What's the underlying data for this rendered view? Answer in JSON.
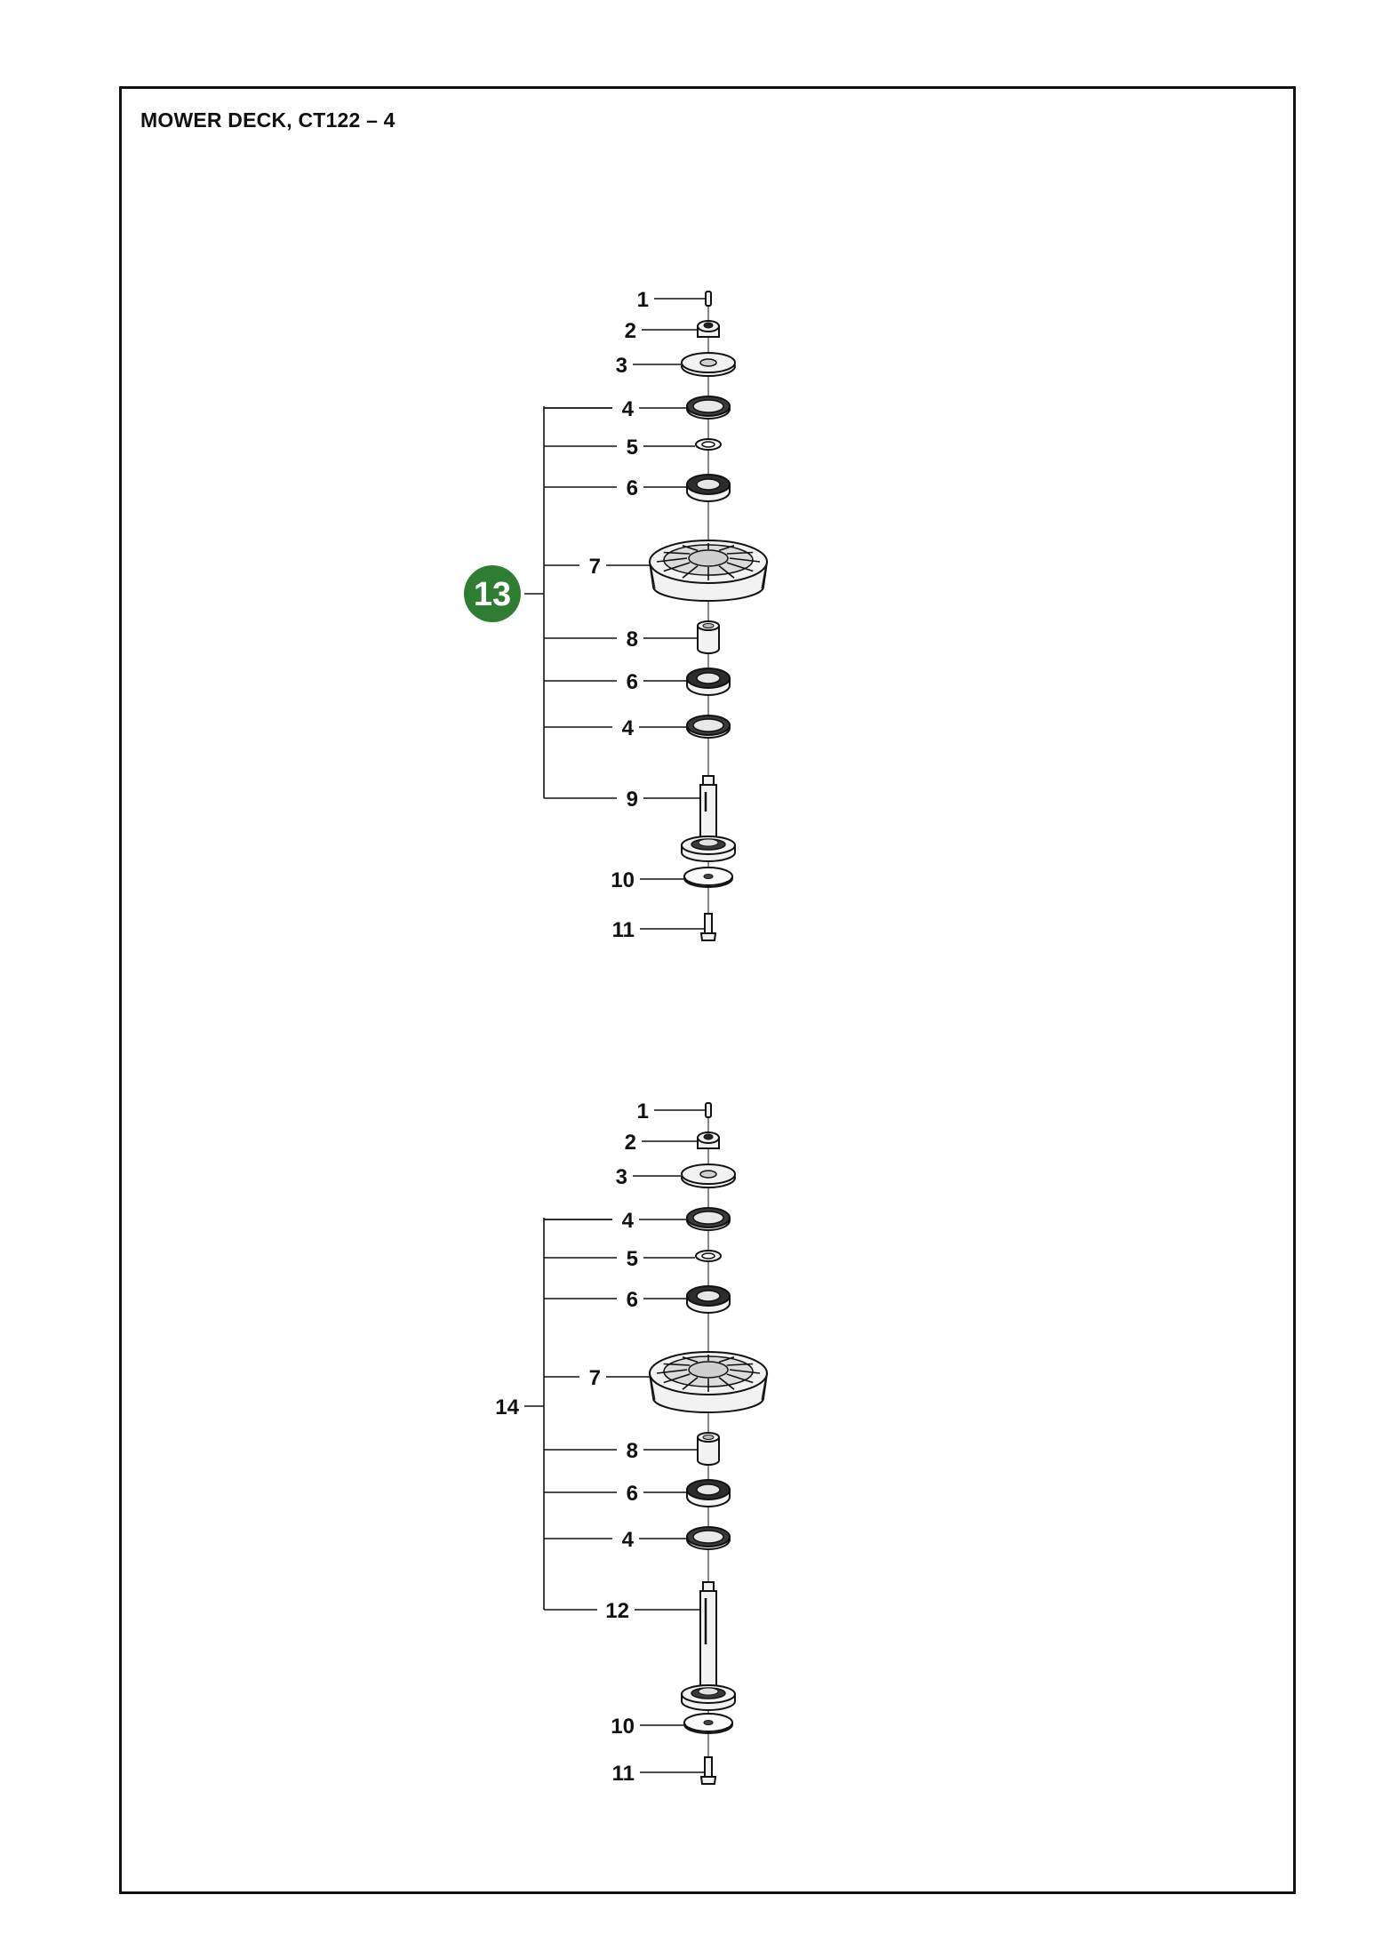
{
  "page_title": "MOWER DECK, CT122 – 4",
  "colors": {
    "highlight": "#2e7d32",
    "line": "#111111",
    "part_fill": "#f2f2f2"
  },
  "assemblies": [
    {
      "id": "upper",
      "kit_label": "13",
      "kit_highlighted": true,
      "parts": [
        {
          "label": "1",
          "part": "pin"
        },
        {
          "label": "2",
          "part": "nut"
        },
        {
          "label": "3",
          "part": "washer-large"
        },
        {
          "label": "4",
          "part": "seal"
        },
        {
          "label": "5",
          "part": "spacer-ring"
        },
        {
          "label": "6",
          "part": "bearing"
        },
        {
          "label": "7",
          "part": "housing"
        },
        {
          "label": "8",
          "part": "sleeve"
        },
        {
          "label": "6",
          "part": "bearing"
        },
        {
          "label": "4",
          "part": "seal"
        },
        {
          "label": "9",
          "part": "shaft-short"
        },
        {
          "label": "10",
          "part": "washer-blade"
        },
        {
          "label": "11",
          "part": "bolt"
        }
      ]
    },
    {
      "id": "lower",
      "kit_label": "14",
      "kit_highlighted": false,
      "parts": [
        {
          "label": "1",
          "part": "pin"
        },
        {
          "label": "2",
          "part": "nut"
        },
        {
          "label": "3",
          "part": "washer-large"
        },
        {
          "label": "4",
          "part": "seal"
        },
        {
          "label": "5",
          "part": "spacer-ring"
        },
        {
          "label": "6",
          "part": "bearing"
        },
        {
          "label": "7",
          "part": "housing"
        },
        {
          "label": "8",
          "part": "sleeve"
        },
        {
          "label": "6",
          "part": "bearing"
        },
        {
          "label": "4",
          "part": "seal"
        },
        {
          "label": "12",
          "part": "shaft-long"
        },
        {
          "label": "10",
          "part": "washer-blade"
        },
        {
          "label": "11",
          "part": "bolt"
        }
      ]
    }
  ]
}
